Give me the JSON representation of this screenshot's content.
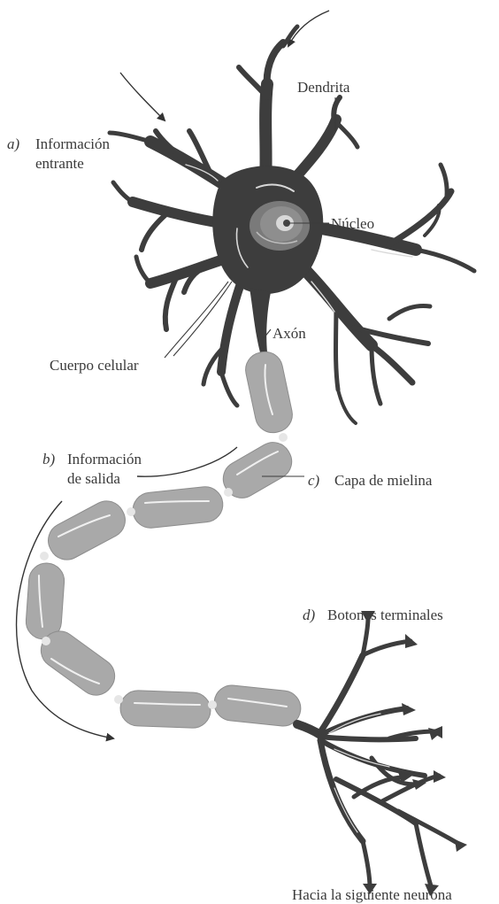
{
  "labels": {
    "a_letter": "a)",
    "a_line1": "Información",
    "a_line2": "entrante",
    "dendrita": "Dendrita",
    "nucleo": "Núcleo",
    "axon": "Axón",
    "cuerpo": "Cuerpo celular",
    "b_letter": "b)",
    "b_line1": "Información",
    "b_line2": "de salida",
    "c_letter": "c)",
    "c_text": "Capa de mielina",
    "d_letter": "d)",
    "d_text": "Botones terminales",
    "siguiente": "Hacia la siguiente neurona"
  },
  "colors": {
    "neuron": "#3d3d3d",
    "myelin": "#a9a9a9",
    "text": "#3a3a3a"
  }
}
